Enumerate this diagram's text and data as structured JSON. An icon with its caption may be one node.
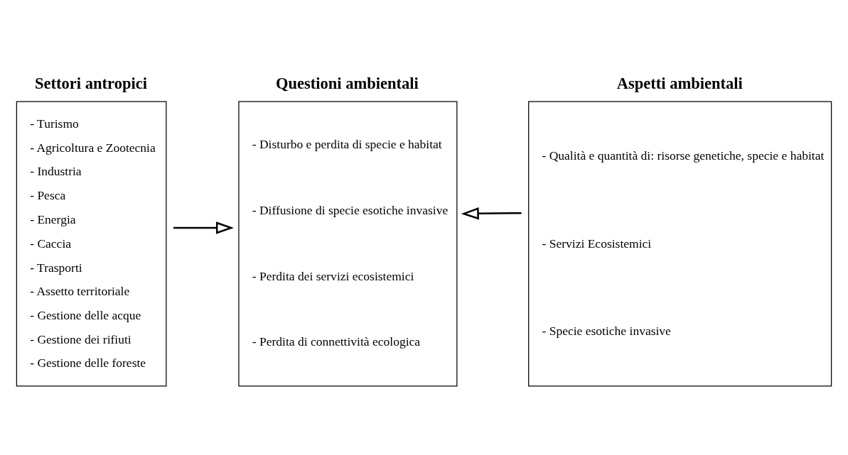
{
  "diagram": {
    "nodes": [
      {
        "text": [
          "Settori antropici",
          "- Turismo",
          "- Agricoltura e Zootecnia",
          "- Industria",
          "- Pesca",
          "- Energia",
          "- Caccia",
          "- Trasporti",
          "- Assetto territoriale",
          "- Gestione delle acque",
          "- Gestione dei rifiuti",
          "- Gestione delle foreste"
        ]
      },
      {
        "text": [
          "Questioni ambientali",
          "- Disturbo e perdita di specie e habitat",
          "- Diffusione di specie esotiche invasive",
          "- Perdita dei servizi ecosistemici",
          "- Perdita di connettività ecologica"
        ]
      },
      {
        "text": [
          "Aspetti ambientali",
          "- Qualità e quantità di: risorse genetiche, specie e habitat",
          "- Servizi Ecosistemici",
          "- Specie esotiche invasive"
        ]
      }
    ],
    "edges": [
      {
        "from": 0,
        "to": 1,
        "arrow": "to"
      },
      {
        "from": 2,
        "to": 1,
        "arrow": "to"
      }
    ]
  }
}
